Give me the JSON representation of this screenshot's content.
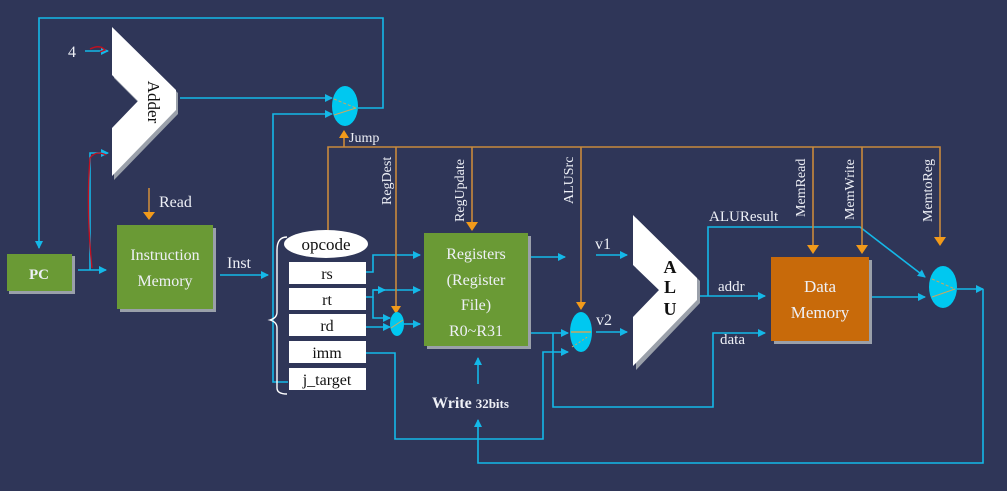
{
  "title": "Single-cycle datapath",
  "colors": {
    "wire": "#14b8e8",
    "control": "#c98a3c",
    "register_block": "#6a9a35",
    "memory_block": "#c86a0a",
    "mux": "#00c8f0"
  },
  "const_four": "4",
  "adder": {
    "label": "Adder"
  },
  "pc": {
    "label": "PC"
  },
  "instruction_memory": {
    "line1": "Instruction",
    "line2": "Memory",
    "read_label": "Read",
    "output_label": "Inst"
  },
  "instruction_fields": [
    "opcode",
    "rs",
    "rt",
    "rd",
    "imm",
    "j_target"
  ],
  "registers": {
    "line1": "Registers",
    "line2": "(Register",
    "line3": "File)",
    "line4": "R0~R31",
    "write_label": "Write",
    "write_bits": "32bits"
  },
  "alu": {
    "letters": [
      "A",
      "L",
      "U"
    ],
    "in1": "v1",
    "in2": "v2",
    "result": "ALUResult",
    "addr": "addr",
    "data": "data"
  },
  "data_memory": {
    "line1": "Data",
    "line2": "Memory"
  },
  "control_signals": {
    "jump": "Jump",
    "regdest": "RegDest",
    "regupdate": "RegUpdate",
    "alusrc": "ALUSrc",
    "memread": "MemRead",
    "memwrite": "MemWrite",
    "memtoreg": "MemtoReg"
  }
}
